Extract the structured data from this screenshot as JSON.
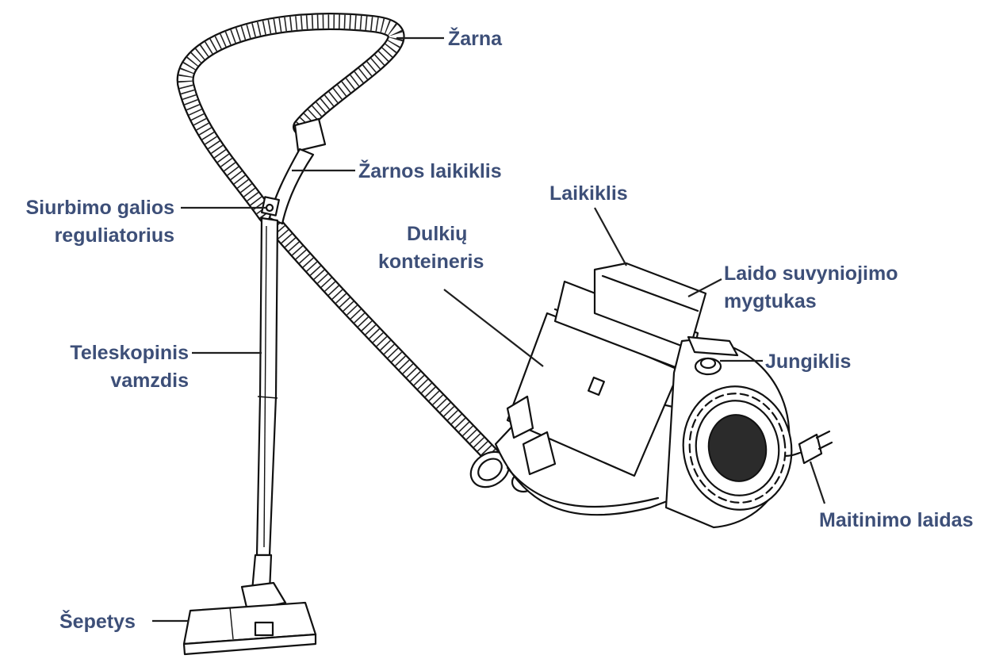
{
  "labels": {
    "zarna": "Žarna",
    "zarnos_laikiklis": "Žarnos laikiklis",
    "siurbimo_line1": "Siurbimo galios",
    "siurbimo_line2": "reguliatorius",
    "laikiklis": "Laikiklis",
    "dulkiu_line1": "Dulkių",
    "dulkiu_line2": "konteineris",
    "laido_line1": "Laido suvyniojimo",
    "laido_line2": "mygtukas",
    "jungiklis": "Jungiklis",
    "teleskopinis_line1": "Teleskopinis",
    "teleskopinis_line2": "vamzdis",
    "maitinimo": "Maitinimo laidas",
    "sepetys": "Šepetys"
  },
  "colors": {
    "label_text": "#3d4f78",
    "line_art": "#111111",
    "background": "#ffffff"
  }
}
